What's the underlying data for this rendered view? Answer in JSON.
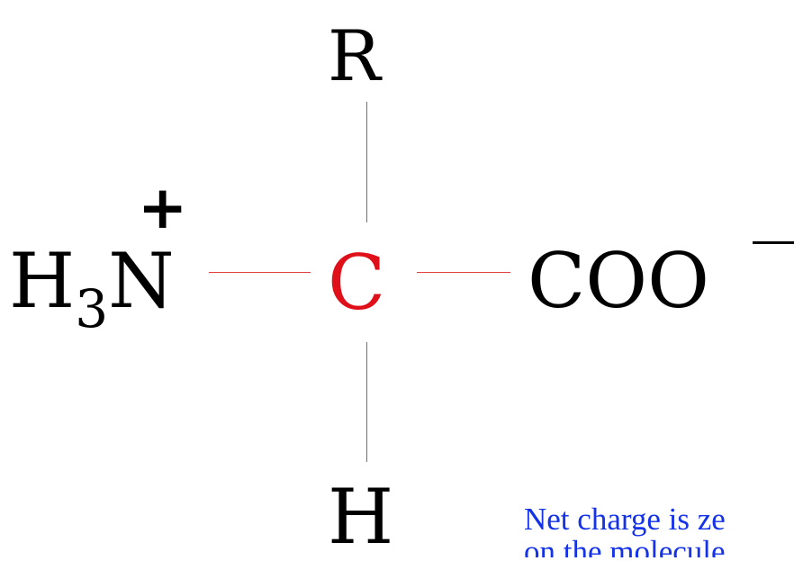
{
  "structure": {
    "r_group": "R",
    "h_group": "H",
    "center_carbon": "C",
    "amine": {
      "main_left": "H",
      "subscript": "3",
      "main_right": "N",
      "charge": "+"
    },
    "carboxylate": {
      "text": "COO",
      "charge": "−"
    }
  },
  "note": {
    "line1": "Net charge is ze",
    "line2": "on the molecule"
  },
  "colors": {
    "center_carbon": "#e0101a",
    "bonds": "#e04040",
    "note_text": "#1432e8",
    "atoms": "#000000"
  }
}
